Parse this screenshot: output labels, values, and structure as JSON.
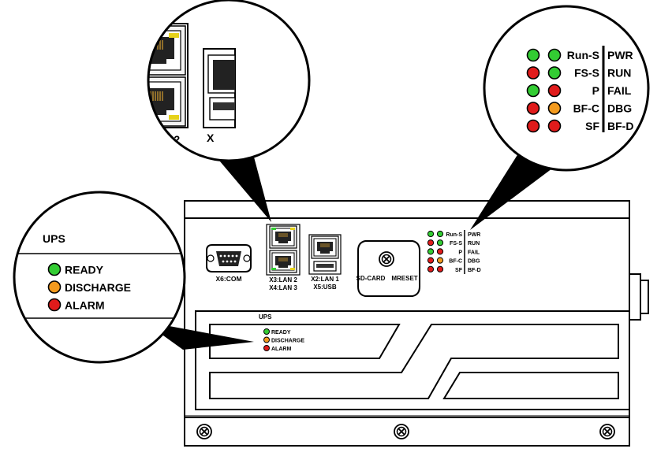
{
  "ports": {
    "com": "X6:COM",
    "lan23_line1": "X3:LAN 2",
    "lan23_line2": "X4:LAN 3",
    "lan1_line1": "X2:LAN 1",
    "lan1_line2": "X5:USB",
    "lan_partial": "X"
  },
  "sd_slot": {
    "sd_card": "SD-CARD",
    "mreset": "MRESET"
  },
  "status_leds": {
    "rows": [
      {
        "label": "Run-S",
        "right": "PWR",
        "led1": "#33cc33",
        "led2": "#33cc33"
      },
      {
        "label": "FS-S",
        "right": "RUN",
        "led1": "#e01b1b",
        "led2": "#33cc33"
      },
      {
        "label": "P",
        "right": "FAIL",
        "led1": "#33cc33",
        "led2": "#e01b1b"
      },
      {
        "label": "BF-C",
        "right": "DBG",
        "led1": "#e01b1b",
        "led2": "#f39a1e"
      },
      {
        "label": "SF",
        "right": "BF-D",
        "led1": "#e01b1b",
        "led2": "#e01b1b"
      }
    ]
  },
  "ups": {
    "title": "UPS",
    "items": [
      {
        "label": "READY",
        "color": "#33cc33"
      },
      {
        "label": "DISCHARGE",
        "color": "#f39a1e"
      },
      {
        "label": "ALARM",
        "color": "#e01b1b"
      }
    ]
  }
}
